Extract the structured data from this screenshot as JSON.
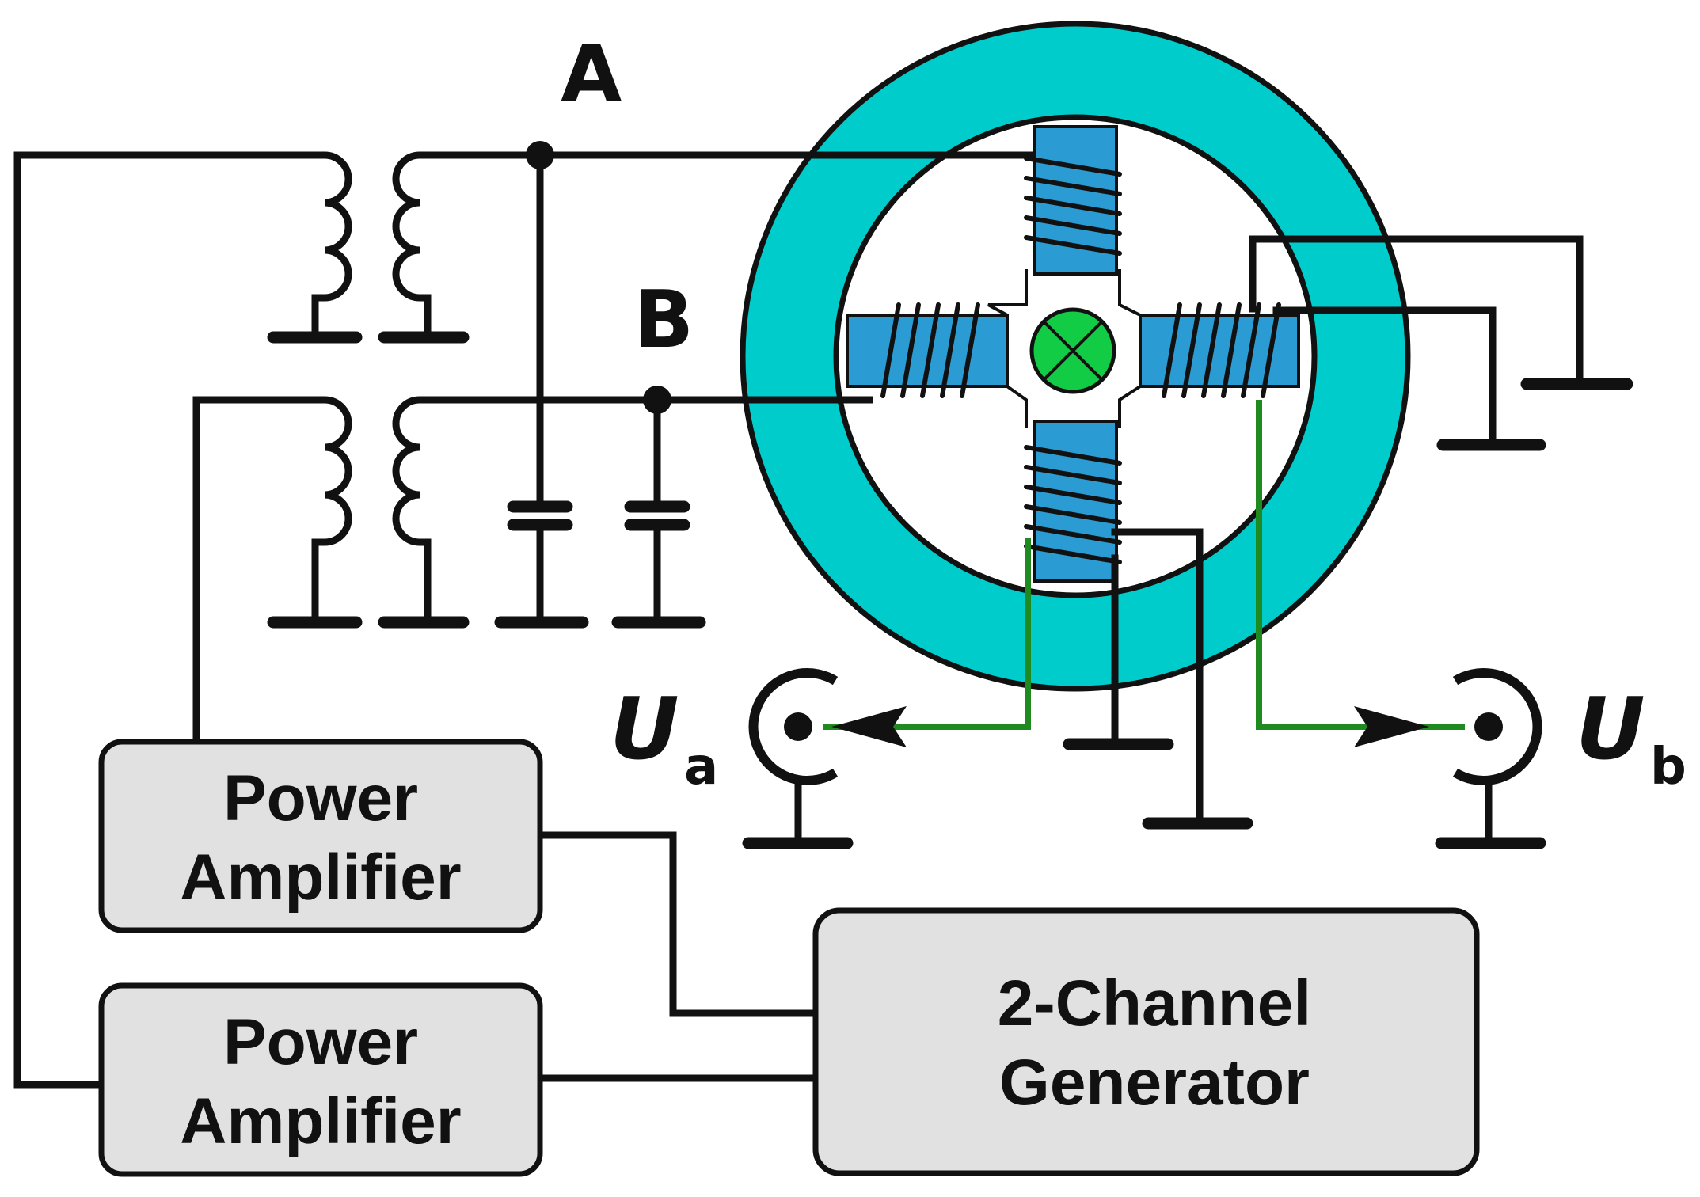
{
  "nodes": {
    "a_label": "A",
    "b_label": "B"
  },
  "outputs": {
    "ua_symbol": "U",
    "ua_subscript": "a",
    "ub_symbol": "U",
    "ub_subscript": "b"
  },
  "boxes": {
    "amp_top": {
      "line1": "Power",
      "line2": "Amplifier"
    },
    "amp_bottom": {
      "line1": "Power",
      "line2": "Amplifier"
    },
    "generator": {
      "line1": "2-Channel",
      "line2": "Generator"
    }
  },
  "colors": {
    "ring": "#00cccc",
    "pole": "#2b9bd3",
    "sensor": "#11cc44",
    "signal_wire": "#1f8a1f",
    "box_fill": "#e1e1e1"
  },
  "icons": {
    "sensor": "crossed-circle-icon",
    "connector": "coax-connector-icon",
    "ground": "ground-icon"
  }
}
